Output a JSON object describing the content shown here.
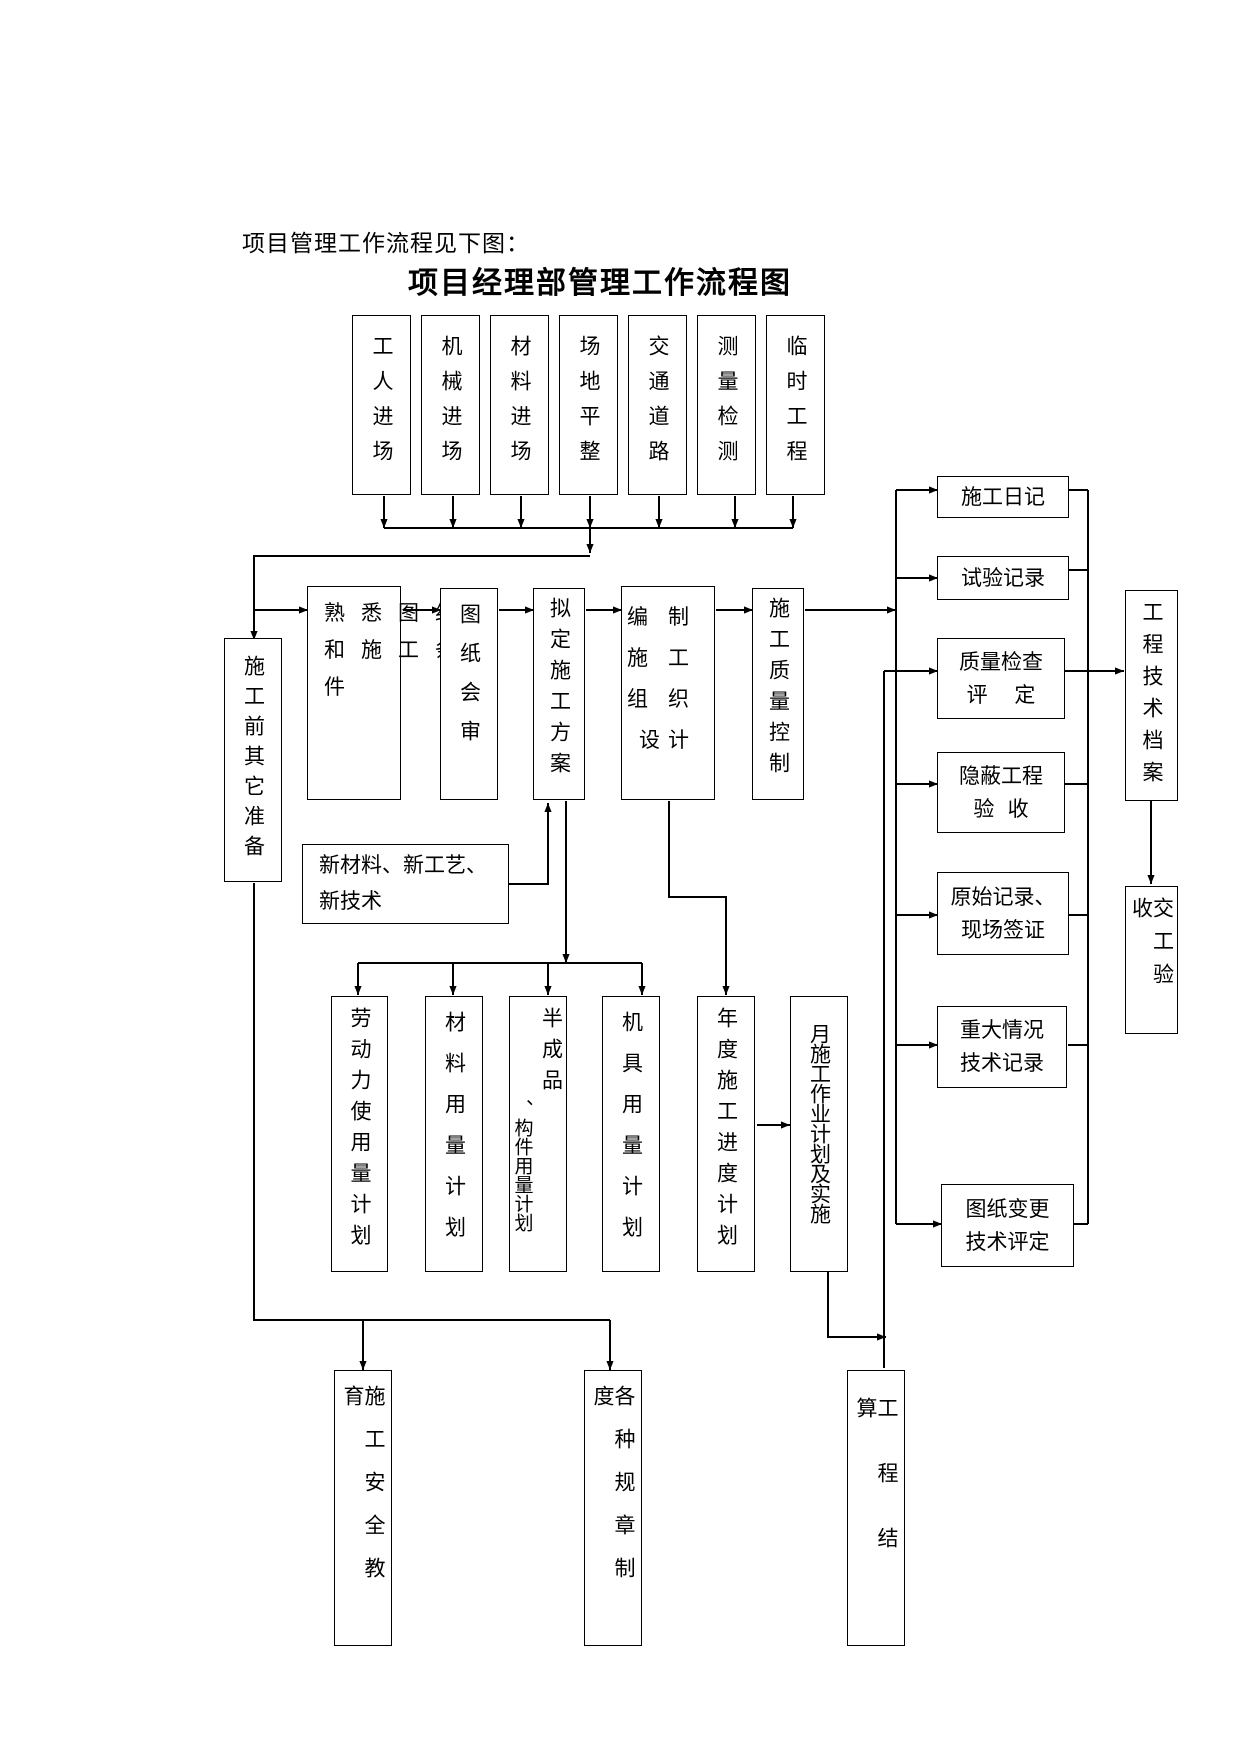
{
  "intro": "项目管理工作流程见下图：",
  "title": "项目经理部管理工作流程图",
  "nodes": {
    "workers_entry": "工人进场",
    "machinery_entry": "机械进场",
    "materials_entry": "材料进场",
    "site_leveling": "场地平整",
    "traffic_roads": "交通道路",
    "survey_detection": "测量检测",
    "temporary_works": "临时工程",
    "other_preparation": "施工前其它准备",
    "familiarize_line1": "熟悉图纸",
    "familiarize_line2": "和施工条",
    "familiarize_line3": "件",
    "drawing_review": "图纸会审",
    "construction_plan": "拟定施工方案",
    "org_design_line1": "编制",
    "org_design_line2": "施工",
    "org_design_line3": "组织",
    "org_design_line4": "设计",
    "quality_control": "施工质量控制",
    "new_tech_line1": "新材料、新工艺、",
    "new_tech_line2": "新技术",
    "labor_plan": "劳动力使用量计划",
    "material_plan": "材料用量计划",
    "semi_line1": "半成品",
    "semi_line2": "、构件用量计划",
    "machine_plan": "机具用量计划",
    "annual_plan": "年度施工进度计划",
    "monthly_plan": "月施工作业计划及实施",
    "construction_log": "施工日记",
    "test_record": "试验记录",
    "quality_eval_line1": "质量检查",
    "quality_eval_line2": "评    定",
    "hidden_line1": "隐蔽工程",
    "hidden_line2": "验  收",
    "original_line1": "原始记录、",
    "original_line2": "现场签证",
    "major_line1": "重大情况",
    "major_line2": "技术记录",
    "drawing_change_line1": "图纸变更",
    "drawing_change_line2": "技术评定",
    "tech_archive": "工程技术档案",
    "handover": "交工验收",
    "safety_education": "施工安全教育",
    "regulations": "各种规章制度",
    "settlement": "工程结算"
  }
}
